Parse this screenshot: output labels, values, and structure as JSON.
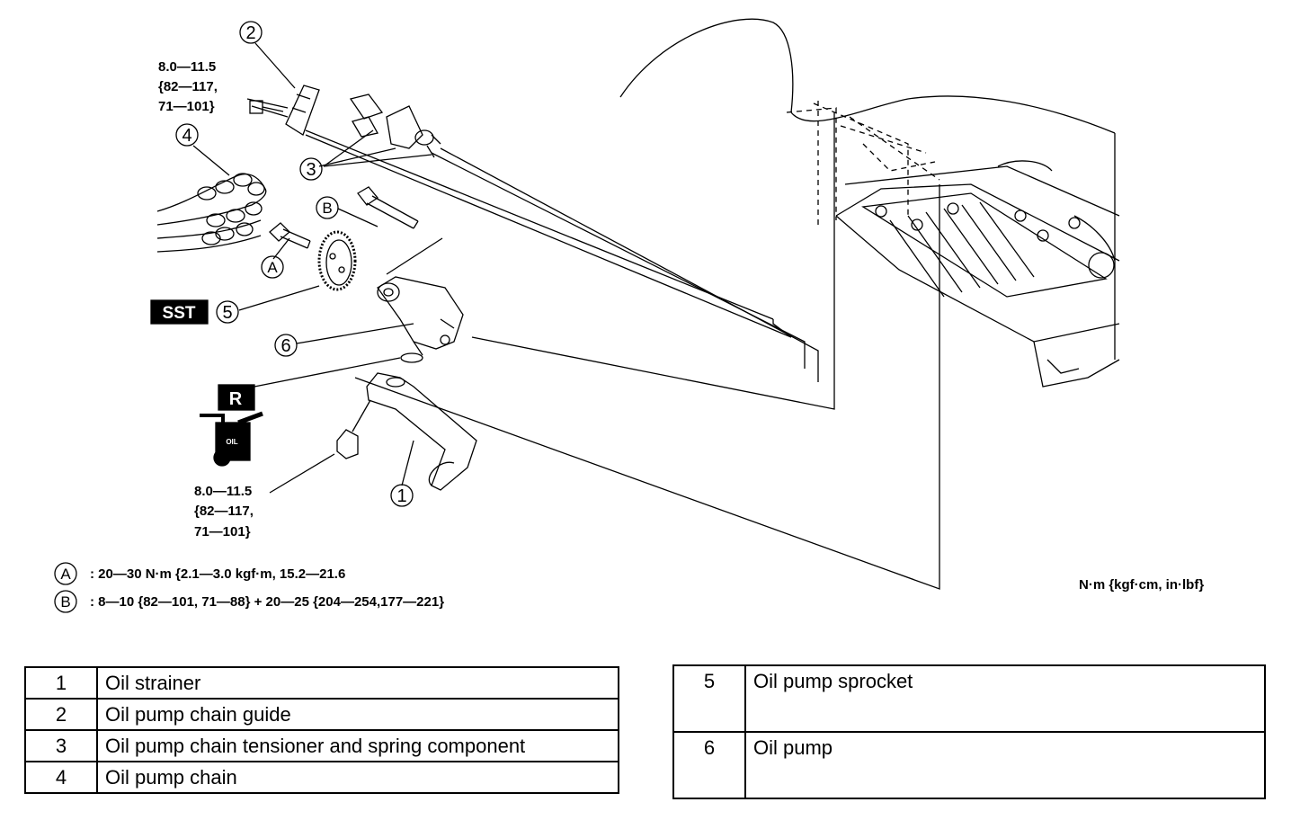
{
  "callouts": {
    "c1": "1",
    "c2": "2",
    "c3": "3",
    "c4": "4",
    "c5": "5",
    "c6": "6",
    "cA": "A",
    "cB": "B"
  },
  "badges": {
    "sst": "SST",
    "replace": "R",
    "oil": "OIL"
  },
  "torque_top": {
    "line1": "8.0—11.5",
    "line2": "{82—117,",
    "line3": "71—101}"
  },
  "torque_bottom": {
    "line1": "8.0—11.5",
    "line2": "{82—117,",
    "line3": "71—101}"
  },
  "legend": {
    "a_letter": "A",
    "a_text": ": 20—30 N·m {2.1—3.0 kgf·m, 15.2—21.6",
    "b_letter": "B",
    "b_text": ": 8—10 {82—101, 71—88} + 20—25 {204—254,177—221}"
  },
  "units": "N·m {kgf·cm, in·lbf}",
  "parts_left": [
    {
      "num": "1",
      "name": "Oil strainer"
    },
    {
      "num": "2",
      "name": "Oil pump chain guide"
    },
    {
      "num": "3",
      "name": "Oil pump chain tensioner and spring component"
    },
    {
      "num": "4",
      "name": "Oil pump chain"
    }
  ],
  "parts_right": [
    {
      "num": "5",
      "name": "Oil pump sprocket"
    },
    {
      "num": "6",
      "name": "Oil pump"
    }
  ]
}
